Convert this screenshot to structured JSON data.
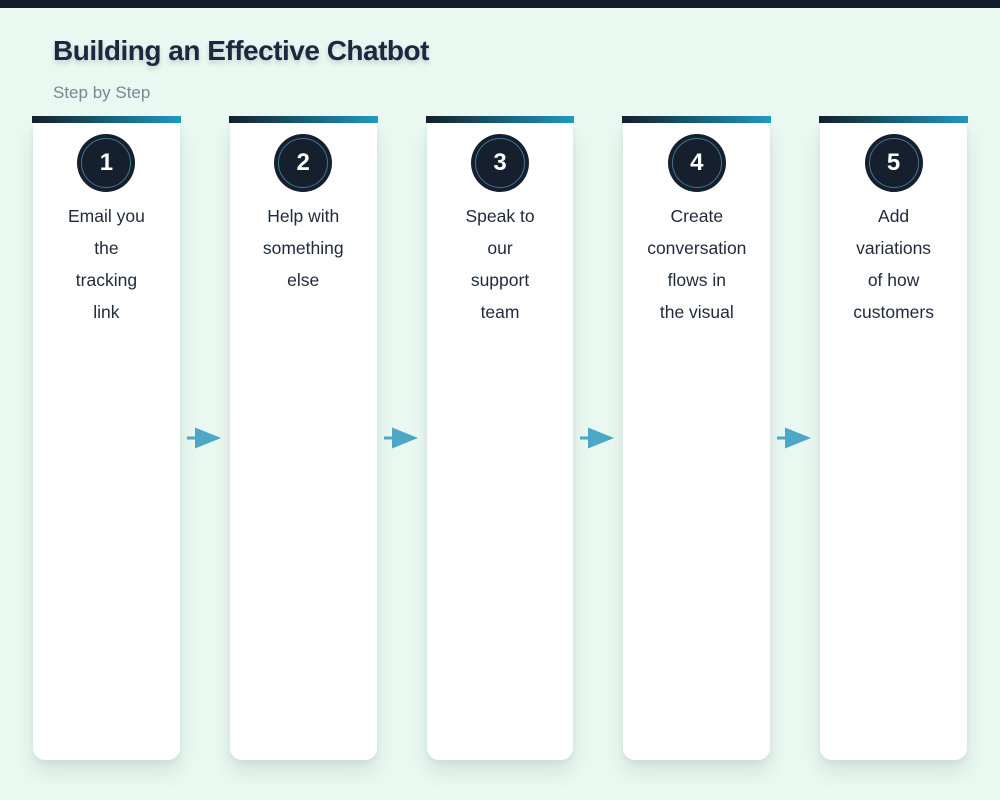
{
  "page": {
    "title": "Building an Effective Chatbot",
    "subtitle": "Step by Step"
  },
  "colors": {
    "background": "#e9f8f0",
    "top_bar": "#121a2b",
    "card_bar_gradient_start": "#141f2d",
    "card_bar_gradient_end": "#1e9cbd",
    "badge_fill": "#151f2e",
    "badge_ring": "#5091b4",
    "arrow": "#4da7c6",
    "title_text": "#1b2940",
    "subtitle_text": "#7b8698",
    "step_text": "#1d2a3a"
  },
  "steps": [
    {
      "number": "1",
      "text": "Email you\nthe\ntracking\nlink"
    },
    {
      "number": "2",
      "text": "Help with\nsomething\nelse"
    },
    {
      "number": "3",
      "text": "Speak to\nour\nsupport\nteam"
    },
    {
      "number": "4",
      "text": "Create\nconversation\nflows in\nthe visual"
    },
    {
      "number": "5",
      "text": "Add\nvariations\nof how\ncustomers"
    }
  ],
  "arrow_icon": "right-arrow"
}
